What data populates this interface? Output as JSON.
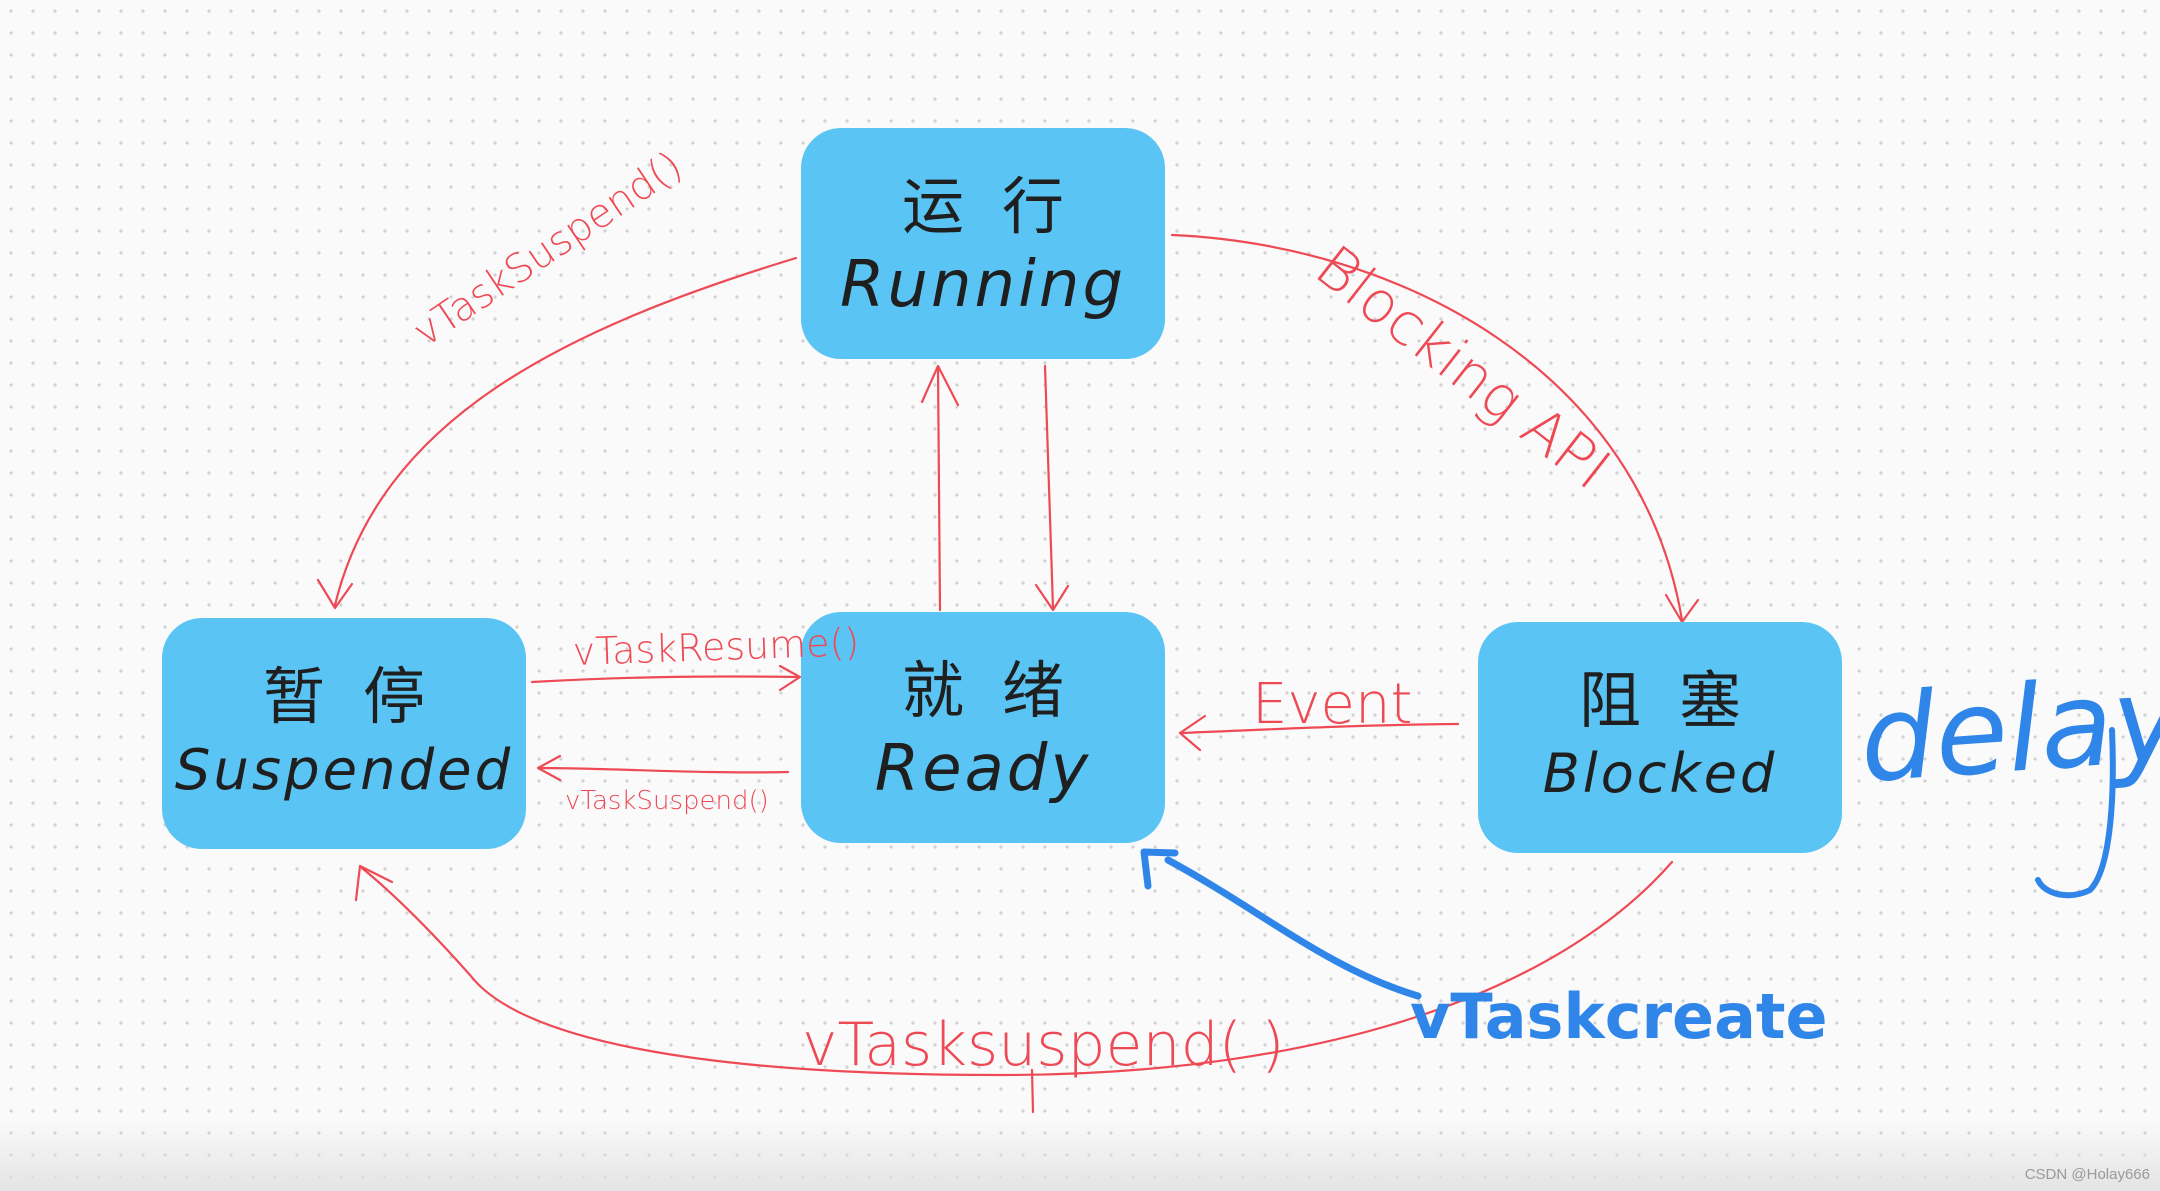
{
  "colors": {
    "state_fill": "#5ac5f5",
    "red_ink": "#ee4a55",
    "blue_ink": "#2f86e8"
  },
  "states": {
    "running": {
      "cn": "运行",
      "en": "Running"
    },
    "suspended": {
      "cn": "暂停",
      "en": "Suspended"
    },
    "ready": {
      "cn": "就绪",
      "en": "Ready"
    },
    "blocked": {
      "cn": "阻塞",
      "en": "Blocked"
    }
  },
  "transitions": {
    "running_to_suspended": "vTaskSuspend()",
    "running_to_blocked": "Blocking API",
    "suspended_to_ready": "vTaskResume()",
    "ready_to_suspended": "vTaskSuspend()",
    "blocked_to_ready": "Event",
    "to_suspended_bottom": "vTasksuspend( )"
  },
  "annotations": {
    "delay": "delay",
    "create": "vTaskcreate"
  },
  "watermark": "CSDN @Holay666"
}
